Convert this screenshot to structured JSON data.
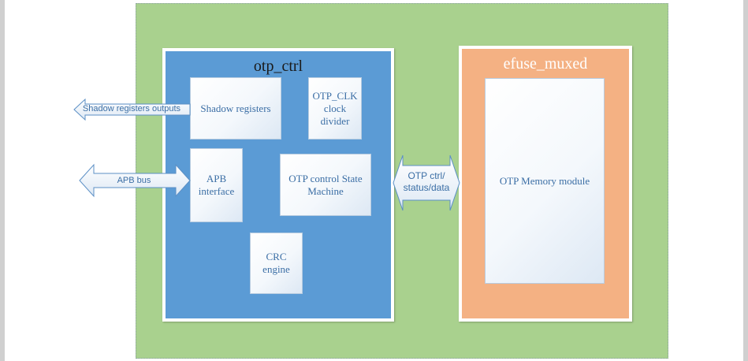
{
  "diagram": {
    "otp_ctrl": {
      "title": "otp_ctrl",
      "blocks": {
        "shadow_registers": "Shadow registers",
        "otp_clk_divider": "OTP_CLK\nclock\ndivider",
        "apb_interface": "APB\ninterface",
        "state_machine": "OTP control State\nMachine",
        "crc_engine": "CRC\nengine"
      }
    },
    "efuse_muxed": {
      "title": "efuse_muxed",
      "memory_module": "OTP Memory module"
    },
    "arrows": {
      "shadow_outputs": "Shadow registers outputs",
      "apb_bus": "APB bus",
      "otp_link": "OTP ctrl/\nstatus/data"
    }
  },
  "colors": {
    "outer_green": "#a9d18e",
    "otp_ctrl_blue": "#5b9bd5",
    "efuse_orange": "#f4b183",
    "text_blue": "#3b6ea5"
  }
}
